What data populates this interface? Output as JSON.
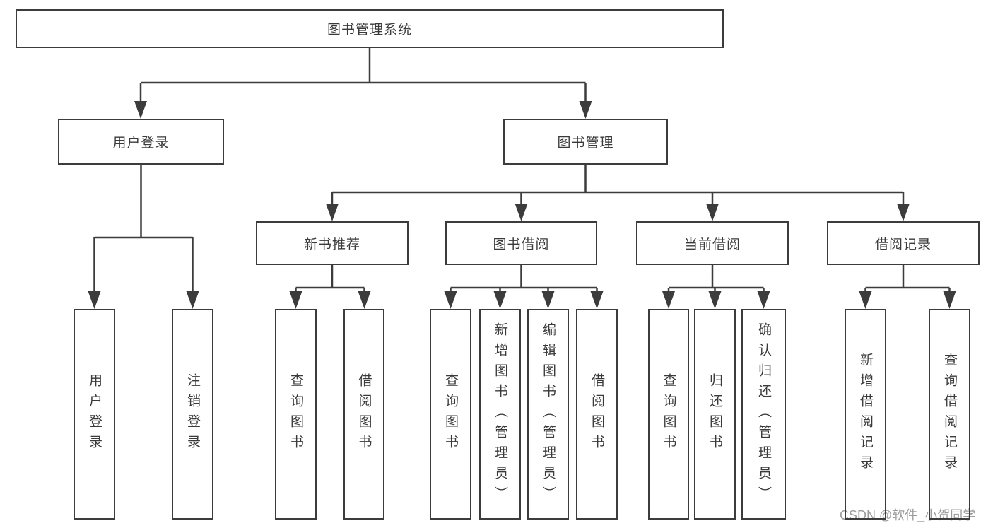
{
  "diagram": {
    "root": {
      "label": "图书管理系统"
    },
    "user_login": {
      "label": "用户登录",
      "children": [
        {
          "label": "用户登录"
        },
        {
          "label": "注销登录"
        }
      ]
    },
    "book_management": {
      "label": "图书管理",
      "sections": [
        {
          "label": "新书推荐",
          "children": [
            {
              "label": "查询图书"
            },
            {
              "label": "借阅图书"
            }
          ]
        },
        {
          "label": "图书借阅",
          "children": [
            {
              "label": "查询图书"
            },
            {
              "label": "新增图书（管理员）"
            },
            {
              "label": "编辑图书（管理员）"
            },
            {
              "label": "借阅图书"
            }
          ]
        },
        {
          "label": "当前借阅",
          "children": [
            {
              "label": "查询图书"
            },
            {
              "label": "归还图书"
            },
            {
              "label": "确认归还（管理员）"
            }
          ]
        },
        {
          "label": "借阅记录",
          "children": [
            {
              "label": "新增借阅记录"
            },
            {
              "label": "查询借阅记录"
            }
          ]
        }
      ]
    }
  },
  "watermark": {
    "text": "CSDN @软件_小贺同学"
  },
  "colors": {
    "line": "#3c3c3c",
    "border": "#3c3c3c",
    "text": "#3a3a3a",
    "watermark": "#9c9c9c",
    "background": "#ffffff"
  }
}
